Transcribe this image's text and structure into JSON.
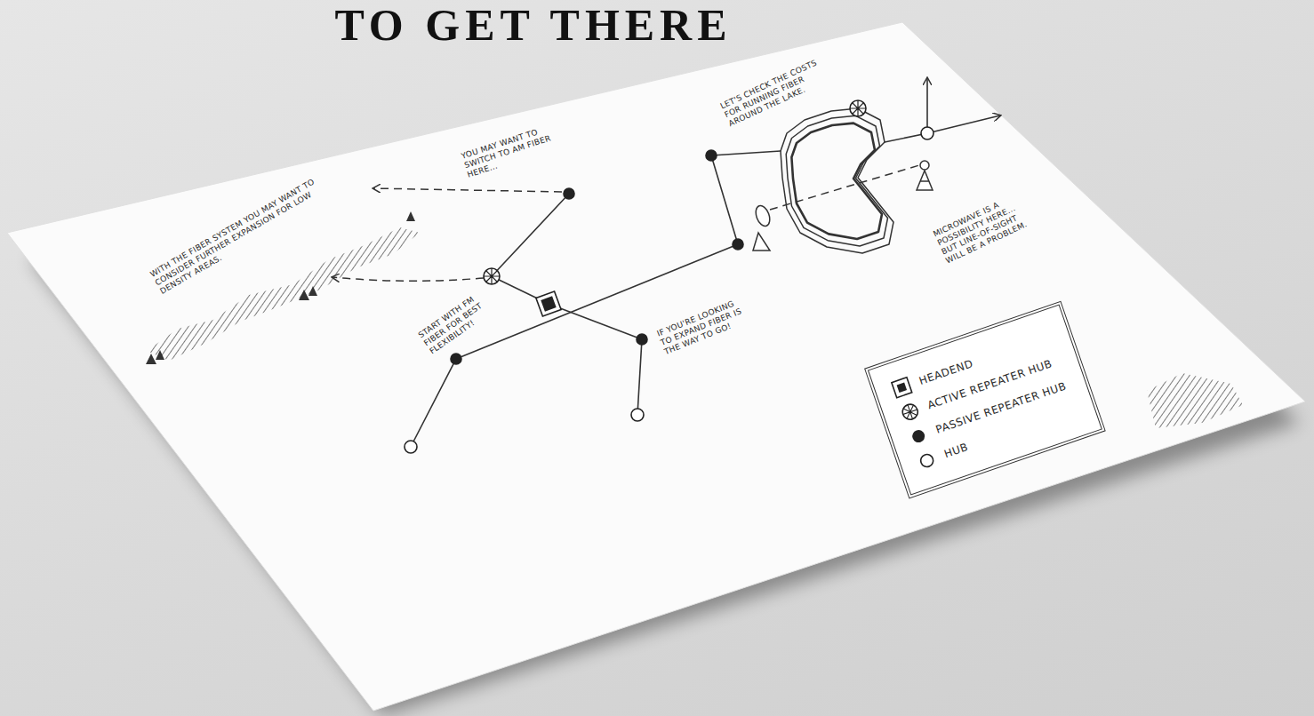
{
  "diagram": {
    "title": "TO GET THERE",
    "labels": [
      "WITH THE FIBER SYSTEM YOU MAY WANT TO CONSIDER FURTHER EXPANSION FOR LOW DENSITY AREAS.",
      "YOU MAY WANT TO SWITCH TO AM FIBER HERE...",
      "LET'S CHECK THE COSTS FOR RUNNING FIBER AROUND THE LAKE.",
      "START WITH FM FIBER FOR BEST FLEXIBILITY!",
      "IF YOU'RE LOOKING TO EXPAND FIBER IS THE WAY TO GO!",
      "MICROWAVE IS A POSSIBILITY HERE... BUT LINE-OF-SIGHT WILL BE A PROBLEM."
    ],
    "legend": [
      {
        "text": "HEADEND"
      },
      {
        "text": "ACTIVE REPEATER HUB"
      },
      {
        "text": "PASSIVE REPEATER HUB"
      },
      {
        "text": "HUB"
      }
    ]
  }
}
